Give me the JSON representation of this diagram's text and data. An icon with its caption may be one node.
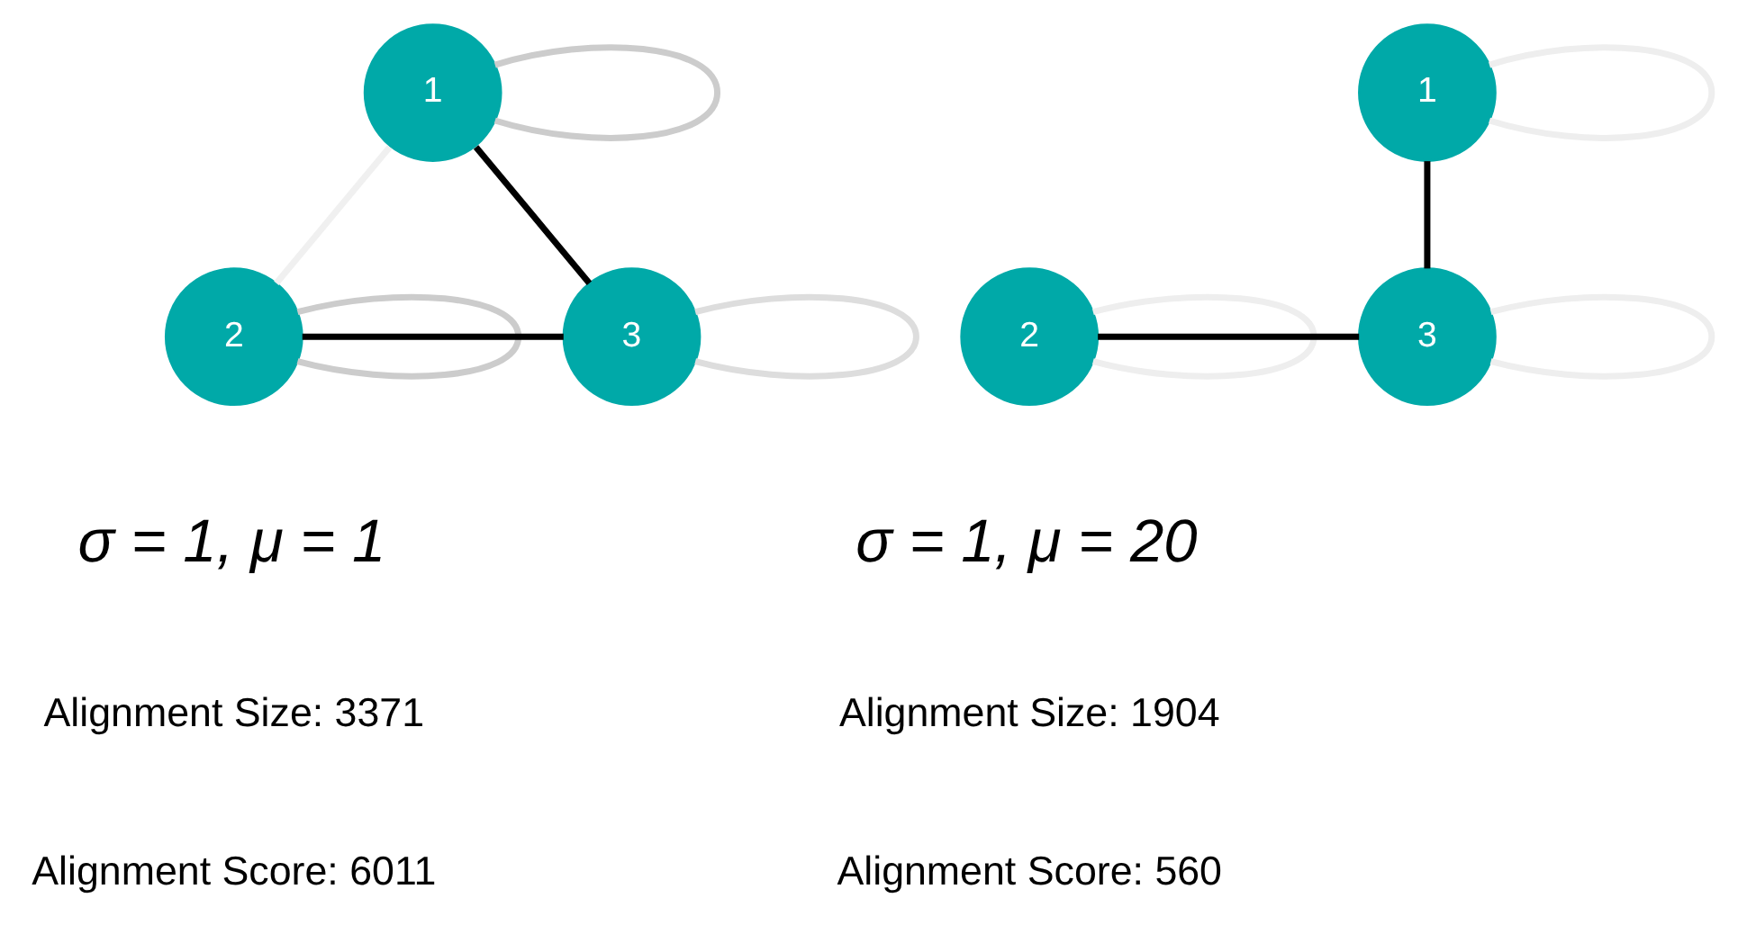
{
  "diagram": {
    "nodes": [
      {
        "text": [
          "1"
        ]
      },
      {
        "text": [
          "2"
        ]
      },
      {
        "text": [
          "3"
        ]
      },
      {
        "text": [
          "1"
        ]
      },
      {
        "text": [
          "2"
        ]
      },
      {
        "text": [
          "3"
        ]
      }
    ],
    "edges": [
      {
        "from": 0,
        "to": 2,
        "arrow": "none",
        "color": "#000000"
      },
      {
        "from": 1,
        "to": 2,
        "arrow": "none",
        "color": "#000000"
      },
      {
        "from": 0,
        "to": 1,
        "arrow": "none",
        "color": "#f0f0f0"
      },
      {
        "from": 0,
        "to": 0,
        "arrow": "none",
        "color": "#cccccc"
      },
      {
        "from": 1,
        "to": 1,
        "arrow": "none",
        "color": "#cccccc"
      },
      {
        "from": 2,
        "to": 2,
        "arrow": "none",
        "color": "#dddddd"
      },
      {
        "from": 3,
        "to": 5,
        "arrow": "none",
        "color": "#000000"
      },
      {
        "from": 4,
        "to": 5,
        "arrow": "none",
        "color": "#000000"
      },
      {
        "from": 3,
        "to": 3,
        "arrow": "none",
        "color": "#eeeeee"
      },
      {
        "from": 4,
        "to": 4,
        "arrow": "none",
        "color": "#eeeeee"
      },
      {
        "from": 5,
        "to": 5,
        "arrow": "none",
        "color": "#eeeeee"
      }
    ],
    "labels": [
      "σ = 1, μ = 1",
      "Alignment Size: 3371",
      "Alignment Score: 6011",
      "σ = 1, μ = 20",
      "Alignment Size: 1904",
      "Alignment Score: 560"
    ]
  }
}
